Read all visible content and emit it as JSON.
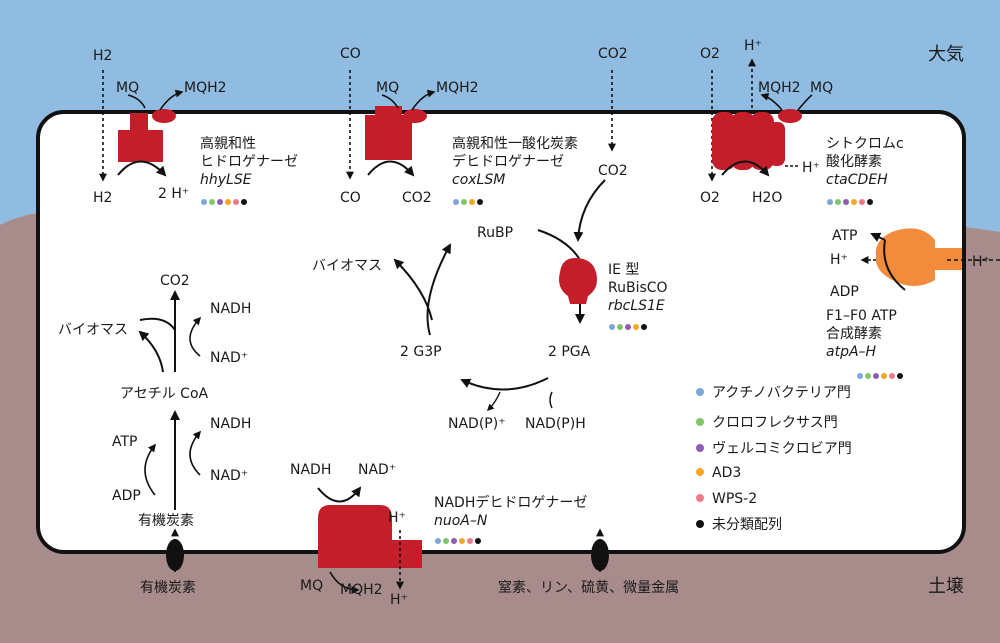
{
  "zones": {
    "atmosphere": "大気",
    "soil": "土壌"
  },
  "colors": {
    "sky": "#8fbce0",
    "soil": "#a88c8c",
    "cell": "#ffffff",
    "enzyme": "#c41e2b",
    "atp_synthase": "#f28c3c"
  },
  "top_molecules": {
    "h2_out": "H2",
    "h2_in": "H2",
    "h_plus_2": "2 H⁺",
    "co_out": "CO",
    "co_in": "CO",
    "co2_made": "CO2",
    "co2_out": "CO2",
    "co2_in": "CO2",
    "o2_out": "O2",
    "o2_in": "O2",
    "h2o": "H2O",
    "h_plus_top": "H⁺",
    "h_plus_side": "H⁺",
    "mq_1": "MQ",
    "mqh2_1": "MQH2",
    "mq_2": "MQ",
    "mqh2_2": "MQH2",
    "mqh2_3": "MQH2",
    "mq_3": "MQ"
  },
  "enzymes": {
    "hydrogenase": {
      "line1": "高親和性",
      "line2": "ヒドロゲナーゼ",
      "gene": "hhyLSE"
    },
    "co_dehydrogenase": {
      "line1": "高親和性一酸化炭素",
      "line2": "デヒドロゲナーゼ",
      "gene": "coxLSM"
    },
    "cytochrome": {
      "line1": "シトクロムc",
      "line2": "酸化酵素",
      "gene": "ctaCDEH"
    },
    "rubisco": {
      "line1": "IE 型",
      "line2": "RuBisCO",
      "gene": "rbcLS1E"
    },
    "atp_synthase": {
      "line1": "F1–F0 ATP",
      "line2": "合成酵素",
      "gene": "atpA–H",
      "atp": "ATP",
      "adp": "ADP",
      "h_in": "H⁺",
      "h_out": "H⁺"
    },
    "nadh_dehydrogenase": {
      "line1": "NADHデヒドロゲナーゼ",
      "gene": "nuoA–N",
      "nadh": "NADH",
      "nad": "NAD⁺",
      "mq": "MQ",
      "mqh2": "MQH2",
      "h_top": "H⁺",
      "h_bottom": "H⁺"
    }
  },
  "calvin": {
    "rubp": "RuBP",
    "pga": "2 PGA",
    "g3p": "2 G3P",
    "biomass": "バイオマス",
    "nadph": "NAD(P)H",
    "nadp": "NAD(P)⁺"
  },
  "metabolism": {
    "co2": "CO2",
    "nadh_1": "NADH",
    "nad_1": "NAD⁺",
    "biomass": "バイオマス",
    "acetyl_coa": "アセチル CoA",
    "atp": "ATP",
    "adp": "ADP",
    "nadh_2": "NADH",
    "nad_2": "NAD⁺",
    "organic_carbon": "有機炭素"
  },
  "bottom": {
    "organic_carbon": "有機炭素",
    "nutrients": "窒素、リン、硫黄、微量金属"
  },
  "legend": [
    {
      "label": "アクチノバクテリア門",
      "color": "#7ea6d8"
    },
    {
      "label": "クロロフレクサス門",
      "color": "#7ec86a"
    },
    {
      "label": "ヴェルコミクロビア門",
      "color": "#8e5bb5"
    },
    {
      "label": "AD3",
      "color": "#f5a623"
    },
    {
      "label": "WPS-2",
      "color": "#f07a8a"
    },
    {
      "label": "未分類配列",
      "color": "#111111"
    }
  ]
}
